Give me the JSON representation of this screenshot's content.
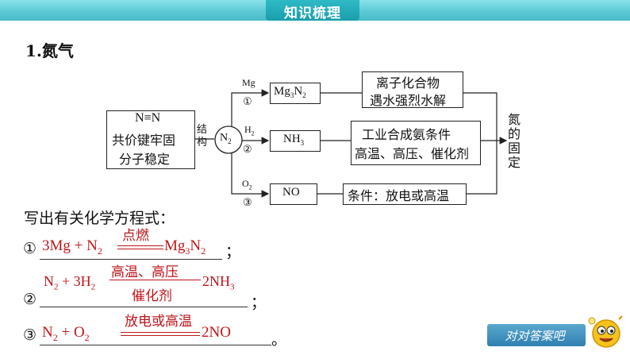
{
  "banner": {
    "title": "知识梳理"
  },
  "section": {
    "title": "1.氮气"
  },
  "diagram": {
    "structure_box": {
      "line1": "N≡N",
      "line2": "共价键牢固",
      "line3": "分子稳定"
    },
    "structure_label": "结构",
    "center": {
      "main": "N",
      "sub": "2"
    },
    "branches": [
      {
        "reagent_main": "Mg",
        "reagent_sub": "",
        "index": "①",
        "product_main": "Mg",
        "product_sub1": "3",
        "product_mid": "N",
        "product_sub2": "2",
        "note_line1": "离子化合物",
        "note_line2": "遇水强烈水解"
      },
      {
        "reagent_main": "H",
        "reagent_sub": "2",
        "index": "②",
        "product_main": "NH",
        "product_sub1": "3",
        "note_line1": "工业合成氨条件",
        "note_line2": "高温、高压、催化剂"
      },
      {
        "reagent_main": "O",
        "reagent_sub": "2",
        "index": "③",
        "product_main": "NO",
        "note_line1": "条件：放电或高温"
      }
    ],
    "fixation_label": [
      "氮",
      "的",
      "固",
      "定"
    ]
  },
  "equations": {
    "prompt": "写出有关化学方程式：",
    "eq1": {
      "index": "①",
      "left": "3Mg + N",
      "left_sub": "2",
      "condition": "点燃",
      "right": "Mg",
      "right_sub1": "3",
      "right_mid": "N",
      "right_sub2": "2",
      "end": "；"
    },
    "eq2": {
      "index": "②",
      "left": "N",
      "left_sub": "2",
      "plus": " + 3H",
      "plus_sub": "2",
      "condition_top": "高温、高压",
      "condition_bottom": "催化剂",
      "right": "2NH",
      "right_sub": "3",
      "end": "；"
    },
    "eq3": {
      "index": "③",
      "left": "N",
      "left_sub": "2",
      "plus": " + O",
      "plus_sub": "2",
      "condition": "放电或高温",
      "right": "2NO",
      "end": "。"
    }
  },
  "check_button": {
    "label": "对对答案吧"
  }
}
